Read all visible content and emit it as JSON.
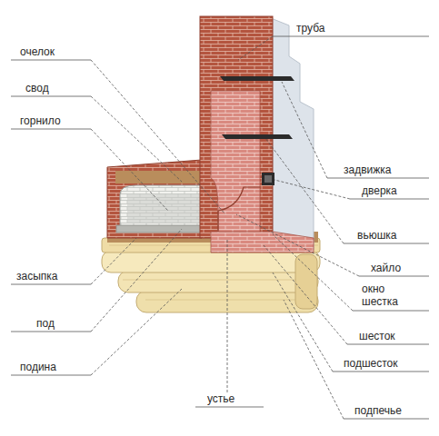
{
  "diagram": {
    "labels": [
      "труба",
      "очелок",
      "свод",
      "горнило",
      "задвижка",
      "дверка",
      "вьюшка",
      "засыпка",
      "хайло",
      "окно шестка",
      "под",
      "шесток",
      "подина",
      "подшесток",
      "устье",
      "подпечье"
    ]
  }
}
